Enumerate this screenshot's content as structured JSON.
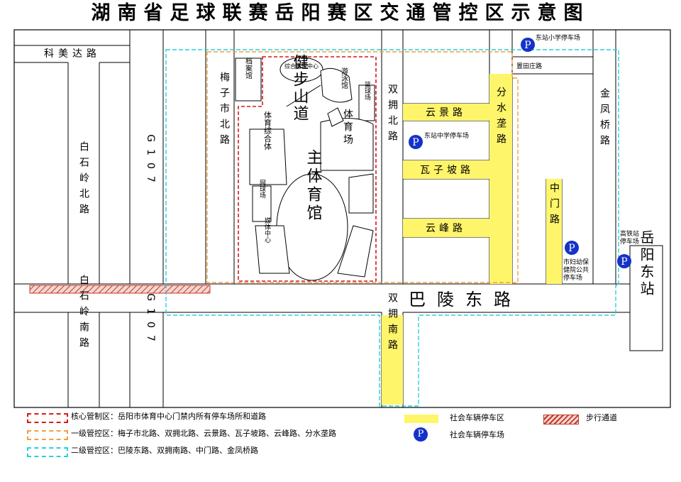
{
  "title": "湖南省足球联赛岳阳赛区交通管控区示意图",
  "colors": {
    "core_zone": "#d7191c",
    "level1_zone": "#f0a040",
    "level2_zone": "#2ad0d8",
    "parking_area": "#fff56a",
    "parking_icon": "#1532c8",
    "walkway": "#c0392b"
  },
  "roads": {
    "kemeida": "科美达路",
    "baishiling_north": "白石岭北路",
    "baishiling_south": "白石岭南路",
    "g107": "G107",
    "g107_south": "G107",
    "meizishi_north": "梅子市北路",
    "shuangyong_north": "双拥北路",
    "shuangyong_south": "双拥南路",
    "yunjing": "云景路",
    "wazipo": "瓦子坡路",
    "yunfeng": "云峰路",
    "fenshuigang": "分水垄路",
    "zhongmen": "中门路",
    "jinfengqiao": "金凤桥路",
    "baling_east": "巴陵东路",
    "zhitianzhuang": "置田庄路"
  },
  "venue": {
    "archive": "档案馆",
    "management_center": "综合管理中心",
    "swimming_hall": "游泳馆",
    "basketball": "篮球场",
    "fitness_path": "健步山道",
    "multi_gym": "体育综合体",
    "gymnasium": "体育场",
    "tennis": "网球场",
    "main_arena": "主体育馆",
    "media_center": "媒体中心"
  },
  "parking": {
    "dongzhan_primary": "东站小学停车场",
    "dongzhan_middle": "东站中学停车场",
    "maternal_child": "市妇幼保健院公共停车场",
    "high_speed_rail": "高铁站停车场",
    "icon_letter": "P"
  },
  "station": "岳阳东站",
  "legend": {
    "core": "核心管制区：岳阳市体育中心门禁内所有停车场所和道路",
    "level1": "一级管控区：梅子市北路、双拥北路、云景路、瓦子坡路、云峰路、分水垄路",
    "level2": "二级管控区：巴陵东路、双拥南路、中门路、金凤桥路",
    "parking_area": "社会车辆停车区",
    "parking_lot": "社会车辆停车场",
    "walkway": "步行通道"
  }
}
